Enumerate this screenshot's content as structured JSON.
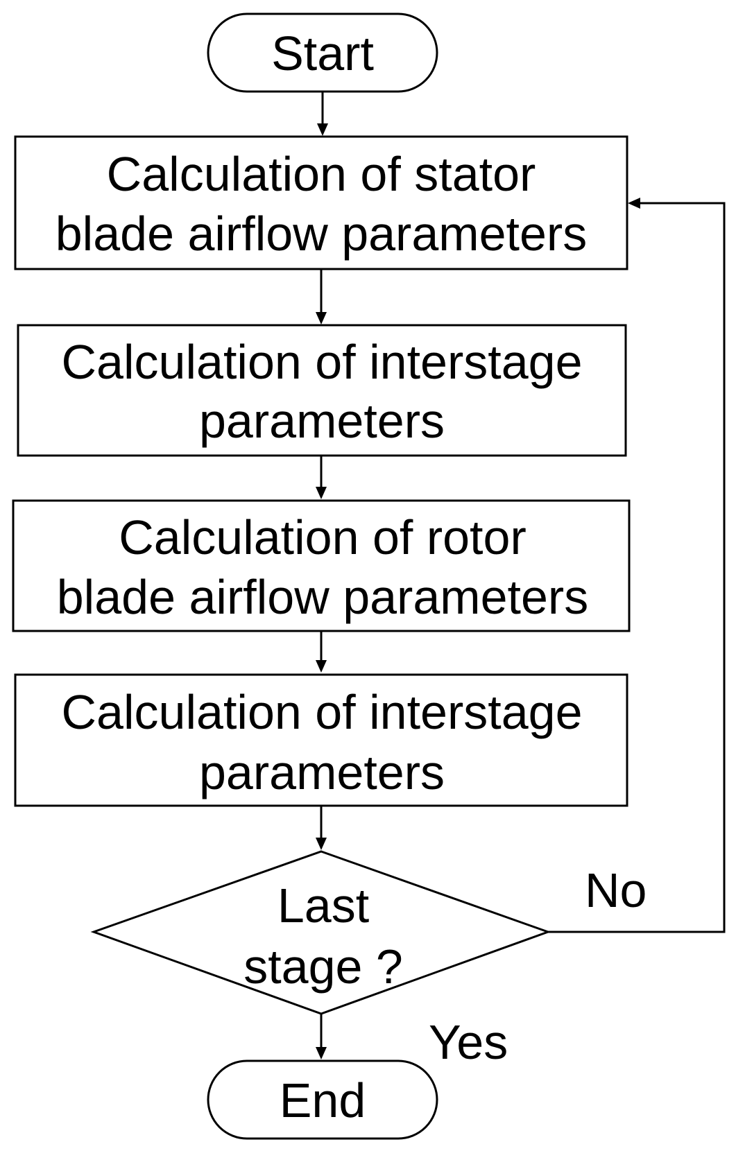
{
  "flowchart": {
    "start": {
      "label": "Start"
    },
    "steps": [
      {
        "lines": [
          "Calculation of stator",
          "blade airflow parameters"
        ]
      },
      {
        "lines": [
          "Calculation of interstage",
          "parameters"
        ]
      },
      {
        "lines": [
          "Calculation of rotor",
          "blade airflow parameters"
        ]
      },
      {
        "lines": [
          "Calculation of interstage",
          "parameters"
        ]
      }
    ],
    "decision": {
      "lines": [
        "Last",
        "stage ?"
      ]
    },
    "branches": {
      "no": "No",
      "yes": "Yes"
    },
    "end": {
      "label": "End"
    }
  }
}
